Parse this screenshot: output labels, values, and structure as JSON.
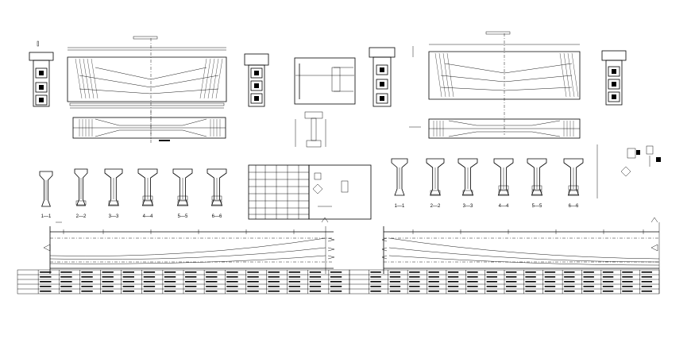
{
  "colors": {
    "ink": "#000000",
    "paper": "#ffffff"
  },
  "sections": {
    "top": [
      "1—1",
      "2—2",
      "3—3",
      "4—4",
      "5—5",
      "6—6"
    ],
    "right": [
      "1—1",
      "2—2",
      "3—3",
      "4—4",
      "5—5",
      "6—6"
    ]
  },
  "icons": [
    "break-line-icon",
    "section-arrow-icon",
    "detail-block-icon"
  ]
}
